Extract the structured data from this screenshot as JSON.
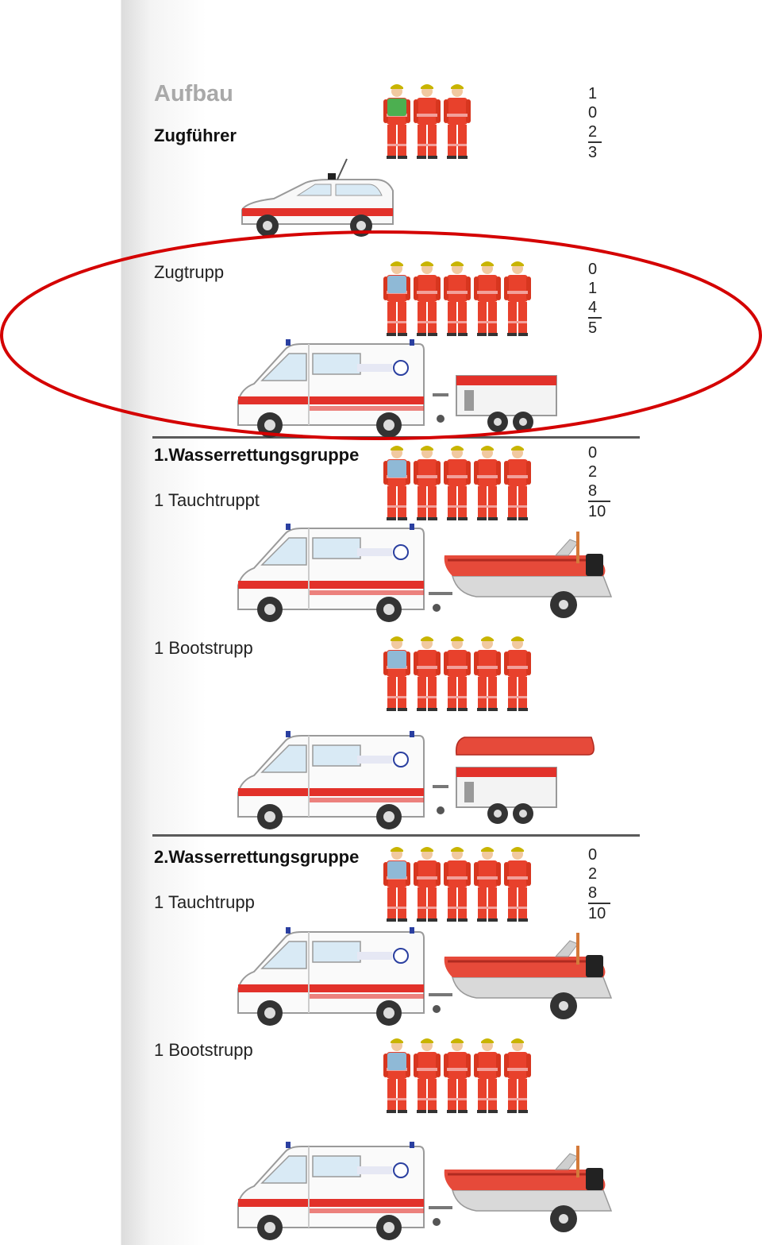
{
  "title": "Aufbau",
  "units": [
    {
      "label": "Zugführer",
      "strength": [
        "1",
        "0",
        "2",
        "3"
      ]
    },
    {
      "label": "Zugtrupp",
      "strength": [
        "0",
        "1",
        "4",
        "5"
      ]
    },
    {
      "label": "1.Wasserrettungsgruppe",
      "sub1": "1 Tauchtruppt",
      "sub2": "1 Bootstrupp",
      "strength": [
        "0",
        "2",
        "8",
        "10"
      ]
    },
    {
      "label": "2.Wasserrettungsgruppe",
      "sub1": "1 Tauchtrupp",
      "sub2": "1 Bootstrupp",
      "strength": [
        "0",
        "2",
        "8",
        "10"
      ]
    }
  ],
  "highlight": {
    "color": "#d40000",
    "target": "Zugtrupp"
  },
  "colors": {
    "uniform": "#e8412c",
    "reflective": "#f2a09a",
    "leader_green": "#4caf50",
    "member_blue": "#8fb9d6",
    "vehicle_stripe": "#e2312a",
    "divider": "#5a5a5a"
  }
}
